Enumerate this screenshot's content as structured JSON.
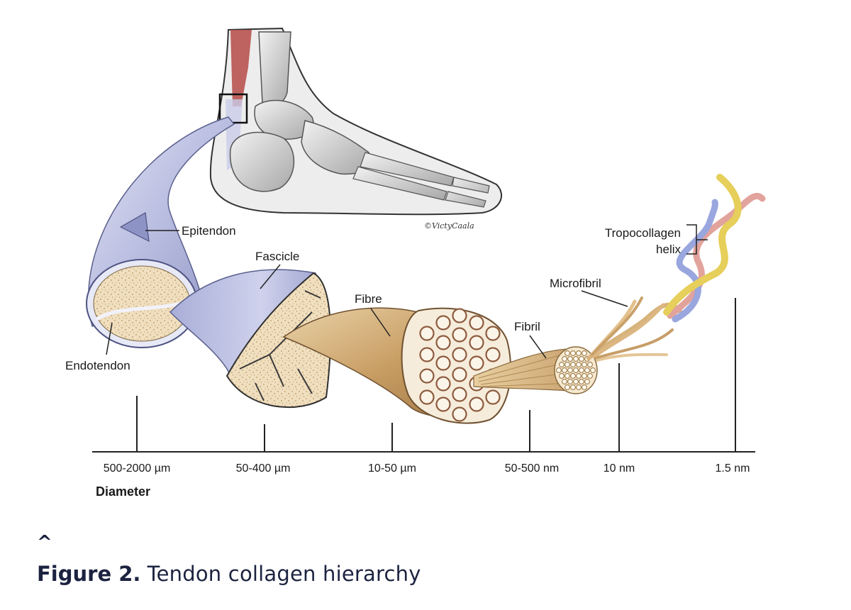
{
  "diagram": {
    "labels": {
      "epitendon": "Epitendon",
      "fascicle": "Fascicle",
      "fibre": "Fibre",
      "microfibril": "Microfibril",
      "fibril": "Fibril",
      "endotendon": "Endotendon",
      "tropocollagen_line1": "Tropocollagen",
      "tropocollagen_line2": "helix"
    },
    "signature": "©VictyCaala",
    "axis": {
      "title": "Diameter",
      "ticks": [
        "500-2000 µm",
        "50-400 µm",
        "10-50 µm",
        "50-500 nm",
        "10 nm",
        "1.5 nm"
      ]
    },
    "colors": {
      "sheath": "#b7bce0",
      "fascicle_tissue": "#eedcb8",
      "fibre": "#cfa872",
      "fibril": "#e0c08e",
      "helix_yellow": "#e6cf5a",
      "helix_pink": "#e2a39c",
      "helix_blue": "#9aa6de",
      "muscle": "#b54a46"
    }
  },
  "caption": {
    "caret": "^",
    "number": "Figure 2.",
    "text": "Tendon collagen hierarchy"
  }
}
